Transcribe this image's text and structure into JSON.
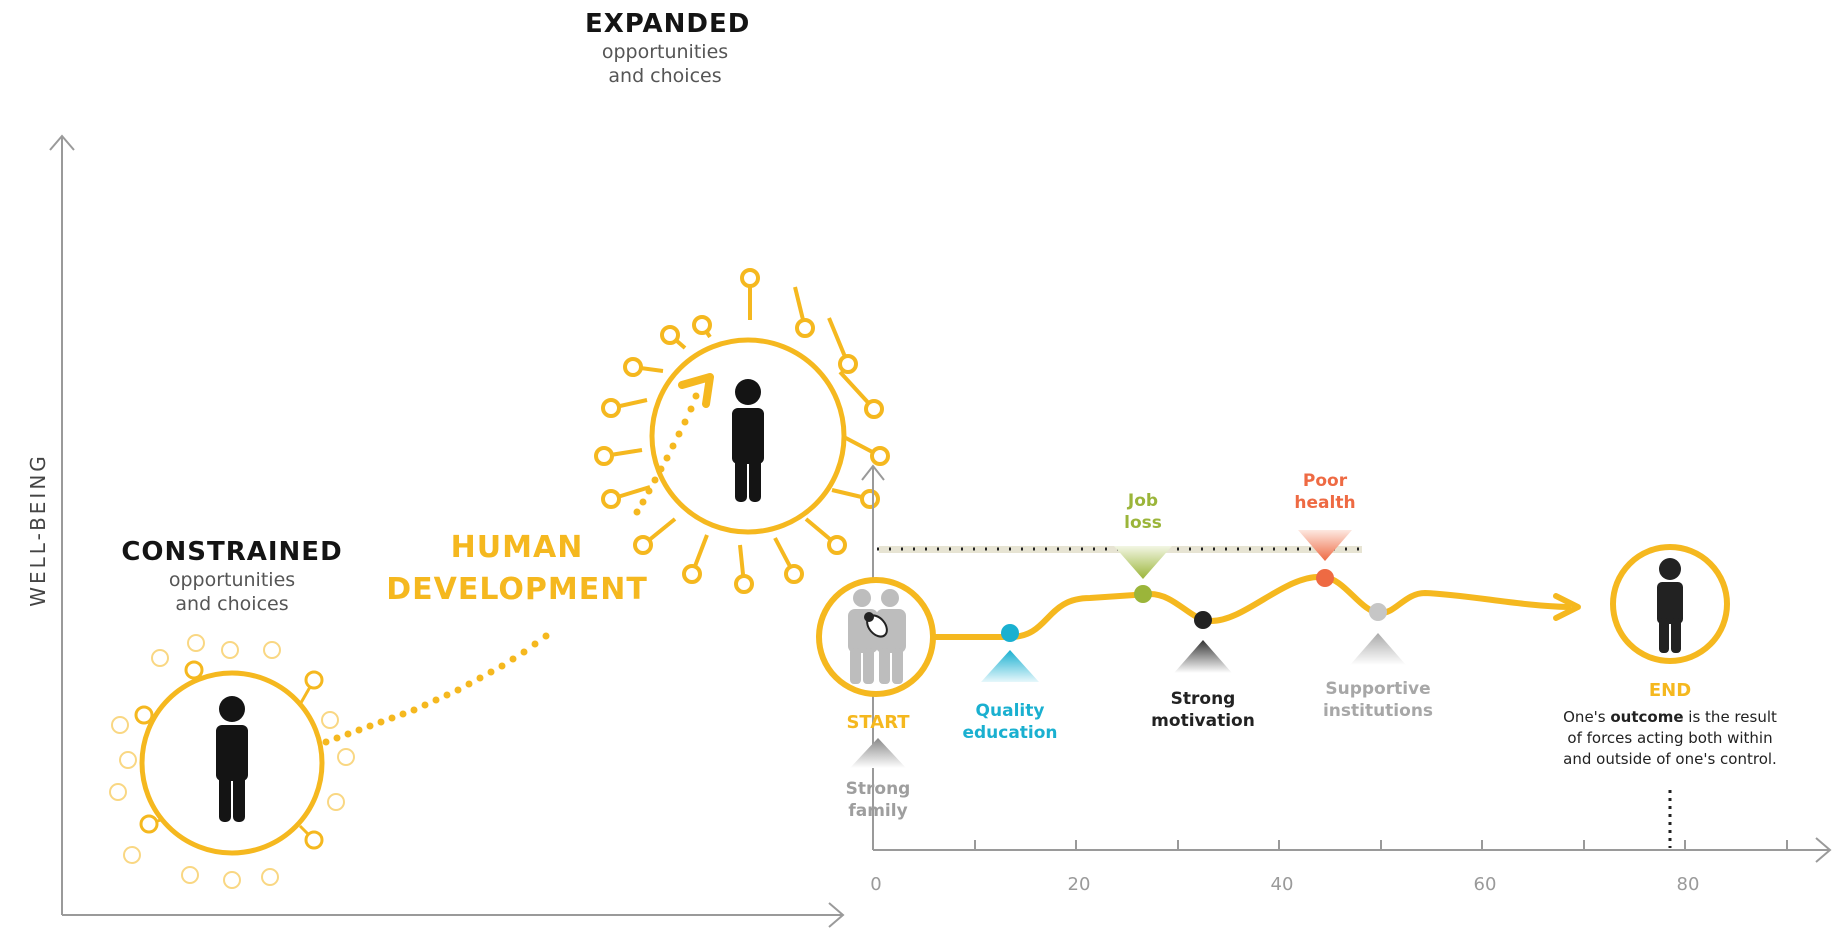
{
  "axes": {
    "y_label": "WELL-BEING"
  },
  "constrained": {
    "title": "CONSTRAINED",
    "line1": "opportunities",
    "line2": "and choices"
  },
  "expanded": {
    "title": "EXPANDED",
    "line1": "opportunities",
    "line2": "and choices"
  },
  "development": {
    "line1": "HUMAN",
    "line2": "DEVELOPMENT"
  },
  "timeline": {
    "ticks": [
      "0",
      "20",
      "40",
      "60",
      "80"
    ],
    "start_label": "START",
    "end_label": "END",
    "events": [
      {
        "id": "strong-family",
        "lines": [
          "Strong",
          "family"
        ],
        "color": "#9e9e9e"
      },
      {
        "id": "quality-education",
        "lines": [
          "Quality",
          "education"
        ],
        "color": "#1ab0d0"
      },
      {
        "id": "job-loss",
        "lines": [
          "Job",
          "loss"
        ],
        "color": "#9bb53a"
      },
      {
        "id": "strong-motivation",
        "lines": [
          "Strong",
          "motivation"
        ],
        "color": "#222222"
      },
      {
        "id": "poor-health",
        "lines": [
          "Poor",
          "health"
        ],
        "color": "#ee6a43"
      },
      {
        "id": "supportive-institutions",
        "lines": [
          "Supportive",
          "institutions"
        ],
        "color": "#a7a7a7"
      }
    ],
    "outcome": {
      "prefix": "One's ",
      "bold": "outcome",
      "suffix": " is the result",
      "line2": "of forces acting both within",
      "line3": "and outside of one's control."
    }
  },
  "colors": {
    "accent": "#f5b81f",
    "axis": "#9a9a9a",
    "figure": "#141414"
  }
}
